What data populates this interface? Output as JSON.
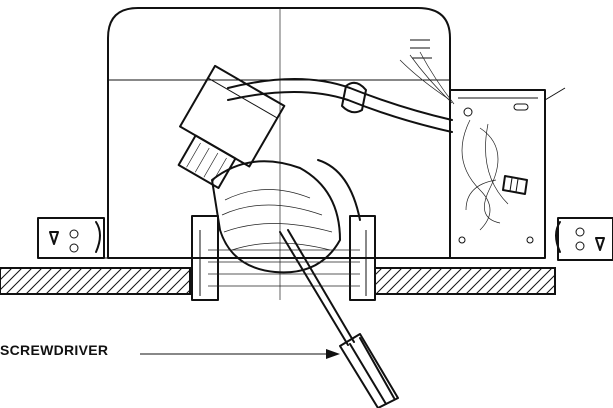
{
  "labels": {
    "screwdriver": "SCREWDRIVER"
  },
  "colors": {
    "ink": "#111111",
    "background": "#ffffff"
  },
  "parts": [
    "recessed-housing",
    "ceiling-section-left",
    "ceiling-section-right",
    "mounting-bracket-left",
    "mounting-bracket-right",
    "junction-box",
    "wire-nut",
    "flexible-conduit",
    "tilted-lamp-socket",
    "reflector-bulb",
    "trim-ring",
    "screwdriver"
  ]
}
